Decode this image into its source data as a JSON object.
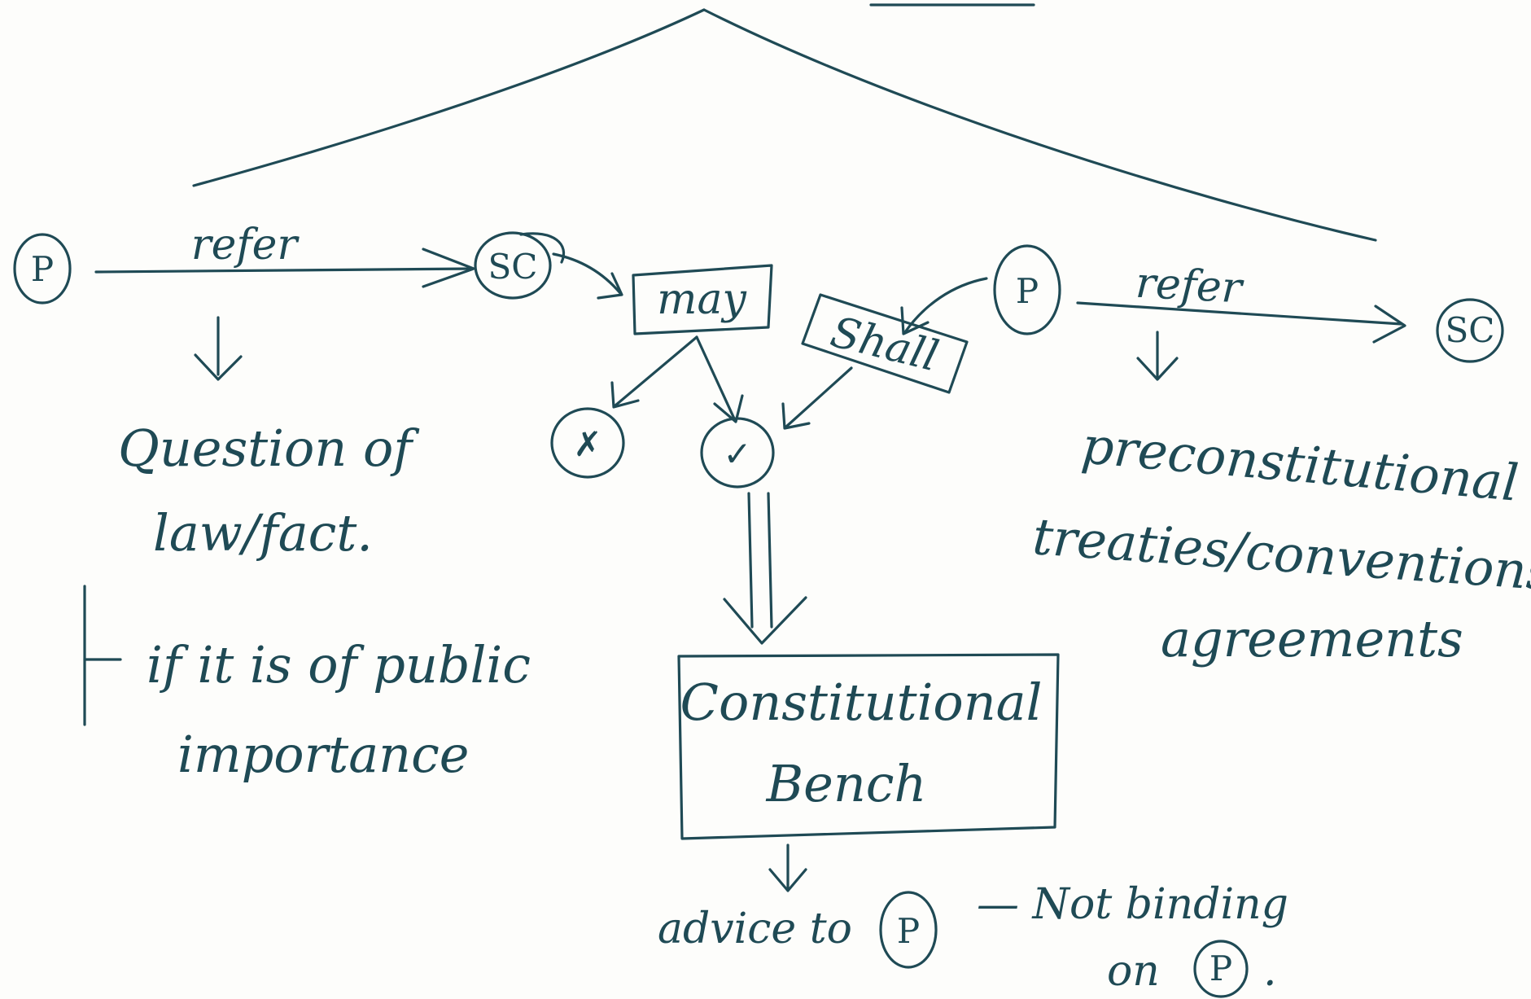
{
  "left_branch": {
    "node_from": "P",
    "arrow_label": "refer",
    "node_to": "SC",
    "subject_line1": "Question of",
    "subject_line2": "law/fact.",
    "condition_line1": "if it is of public",
    "condition_line2": "importance"
  },
  "middle": {
    "may_label": "may",
    "shall_label": "Shall",
    "shall_source": "P",
    "no_mark": "✗",
    "yes_mark": "✓",
    "bench_line1": "Constitutional",
    "bench_line2": "Bench",
    "advice_prefix": "advice to",
    "advice_node": "P",
    "not_binding_line1": "— Not binding",
    "not_binding_line2": "on",
    "not_binding_node": "P",
    "not_binding_end": "."
  },
  "right_branch": {
    "arrow_label": "refer",
    "node_to": "SC",
    "subject_line1": "preconstitutional",
    "subject_line2": "treaties/conventions/",
    "subject_line3": "agreements"
  }
}
